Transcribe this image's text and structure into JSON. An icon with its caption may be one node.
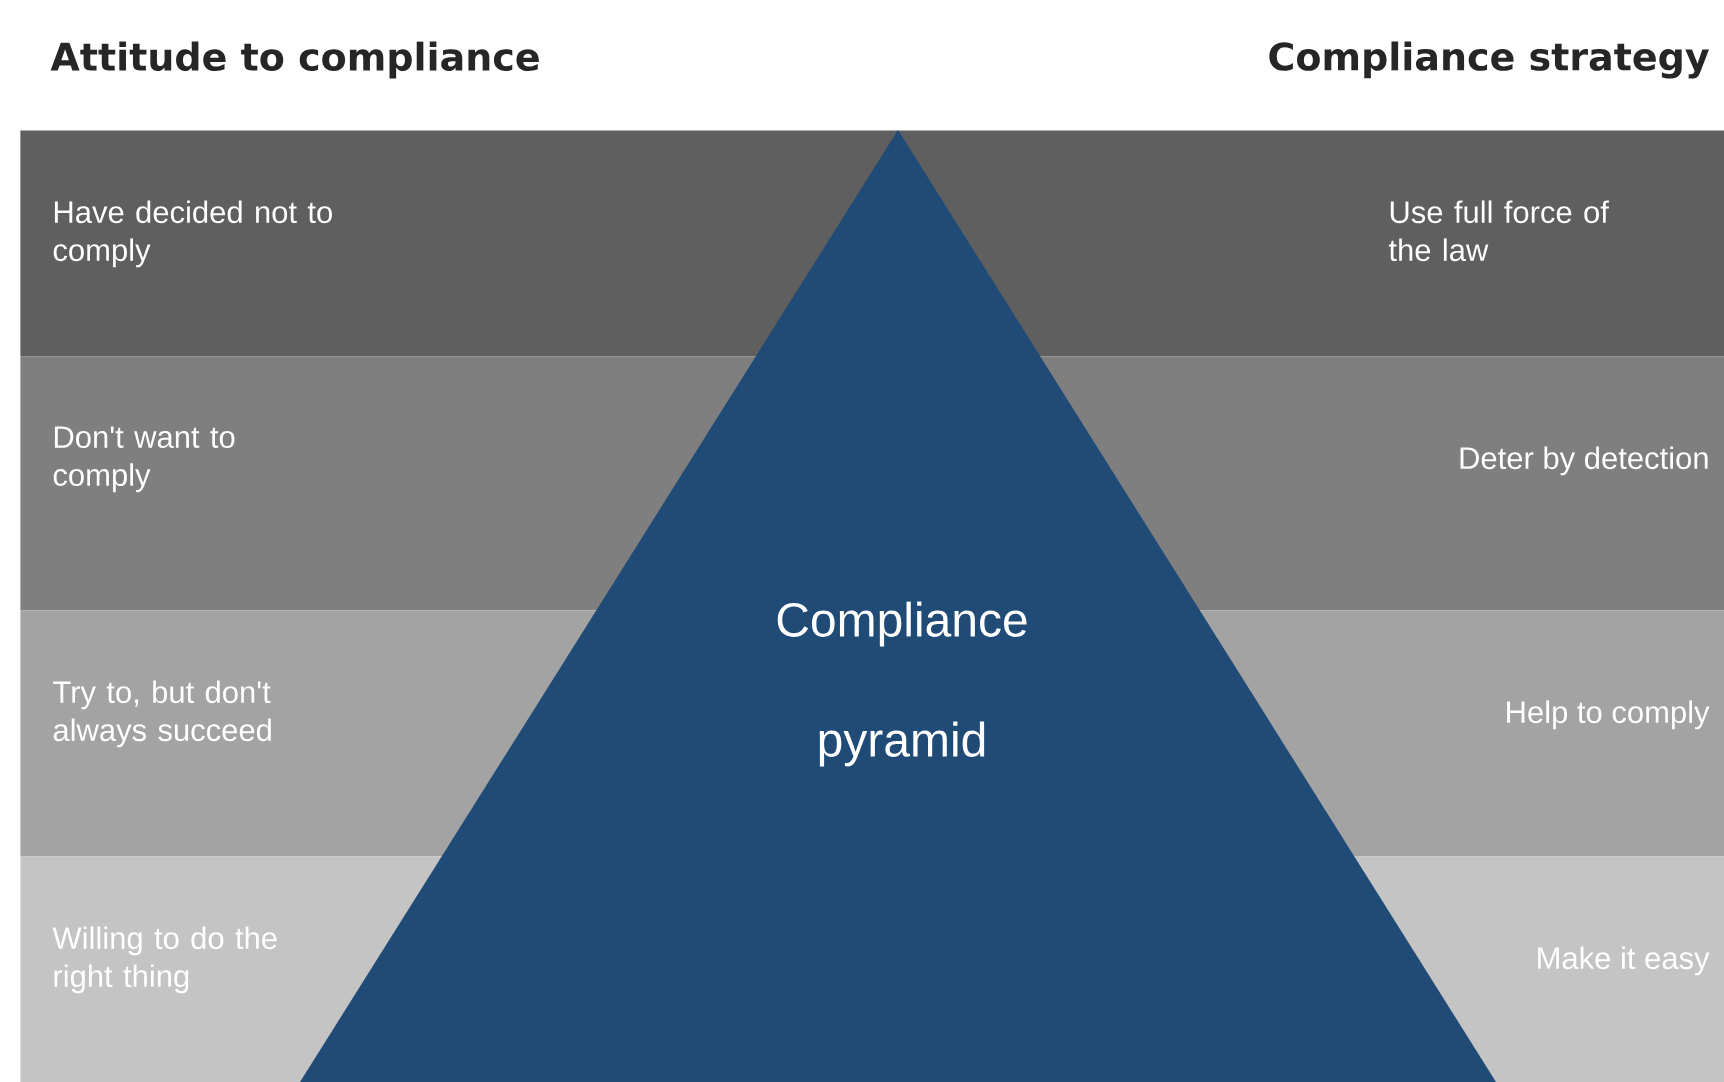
{
  "diagram": {
    "nodes": [
      {
        "text": [
          "Have decided not to comply"
        ]
      },
      {
        "text": [
          "Use full force of the law"
        ]
      },
      {
        "text": [
          "Don't want to comply"
        ]
      },
      {
        "text": [
          "Deter by detection"
        ]
      },
      {
        "text": [
          "Try to, but don't always succeed"
        ]
      },
      {
        "text": [
          "Help to comply"
        ]
      },
      {
        "text": [
          "Willing to do the right thing"
        ]
      },
      {
        "text": [
          "Make it easy"
        ]
      },
      {
        "text": [
          "Compliance pyramid"
        ]
      }
    ],
    "labels": [
      "Attitude to compliance",
      "Compliance strategy"
    ]
  }
}
